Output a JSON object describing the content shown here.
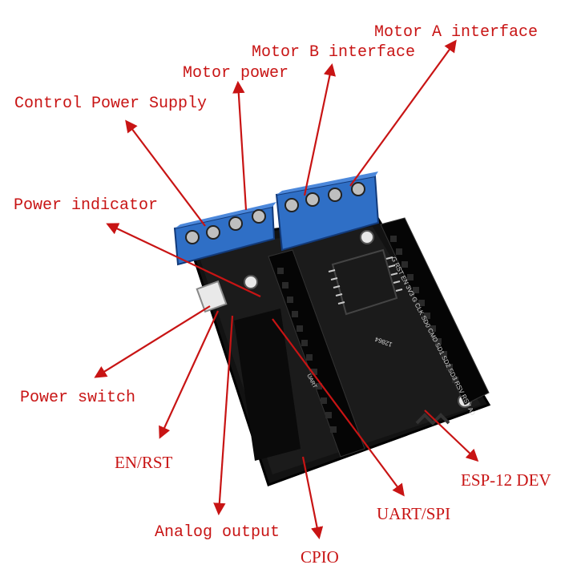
{
  "labels": {
    "motor_a": "Motor A interface",
    "motor_b": "Motor B interface",
    "motor_power": "Motor power",
    "control_power": "Control Power Supply",
    "power_indicator": "Power indicator",
    "power_switch": "Power switch",
    "en_rst": "EN/RST",
    "analog_output": "Analog output",
    "gpio": "CPIO",
    "uart_spi": "UART/SPI",
    "esp12": "ESP-12 DEV"
  },
  "board_text": {
    "pin_row": "G RST EN 3V3 G CLK SD0 CMD SD1 SD2 SD3 RSV RSV A0",
    "uart": "UART",
    "code": "12864"
  },
  "colors": {
    "annotation": "#c81414",
    "board": "#111111",
    "terminal": "#2f6fc6",
    "chip": "#1a1a1a",
    "header": "#050505"
  }
}
